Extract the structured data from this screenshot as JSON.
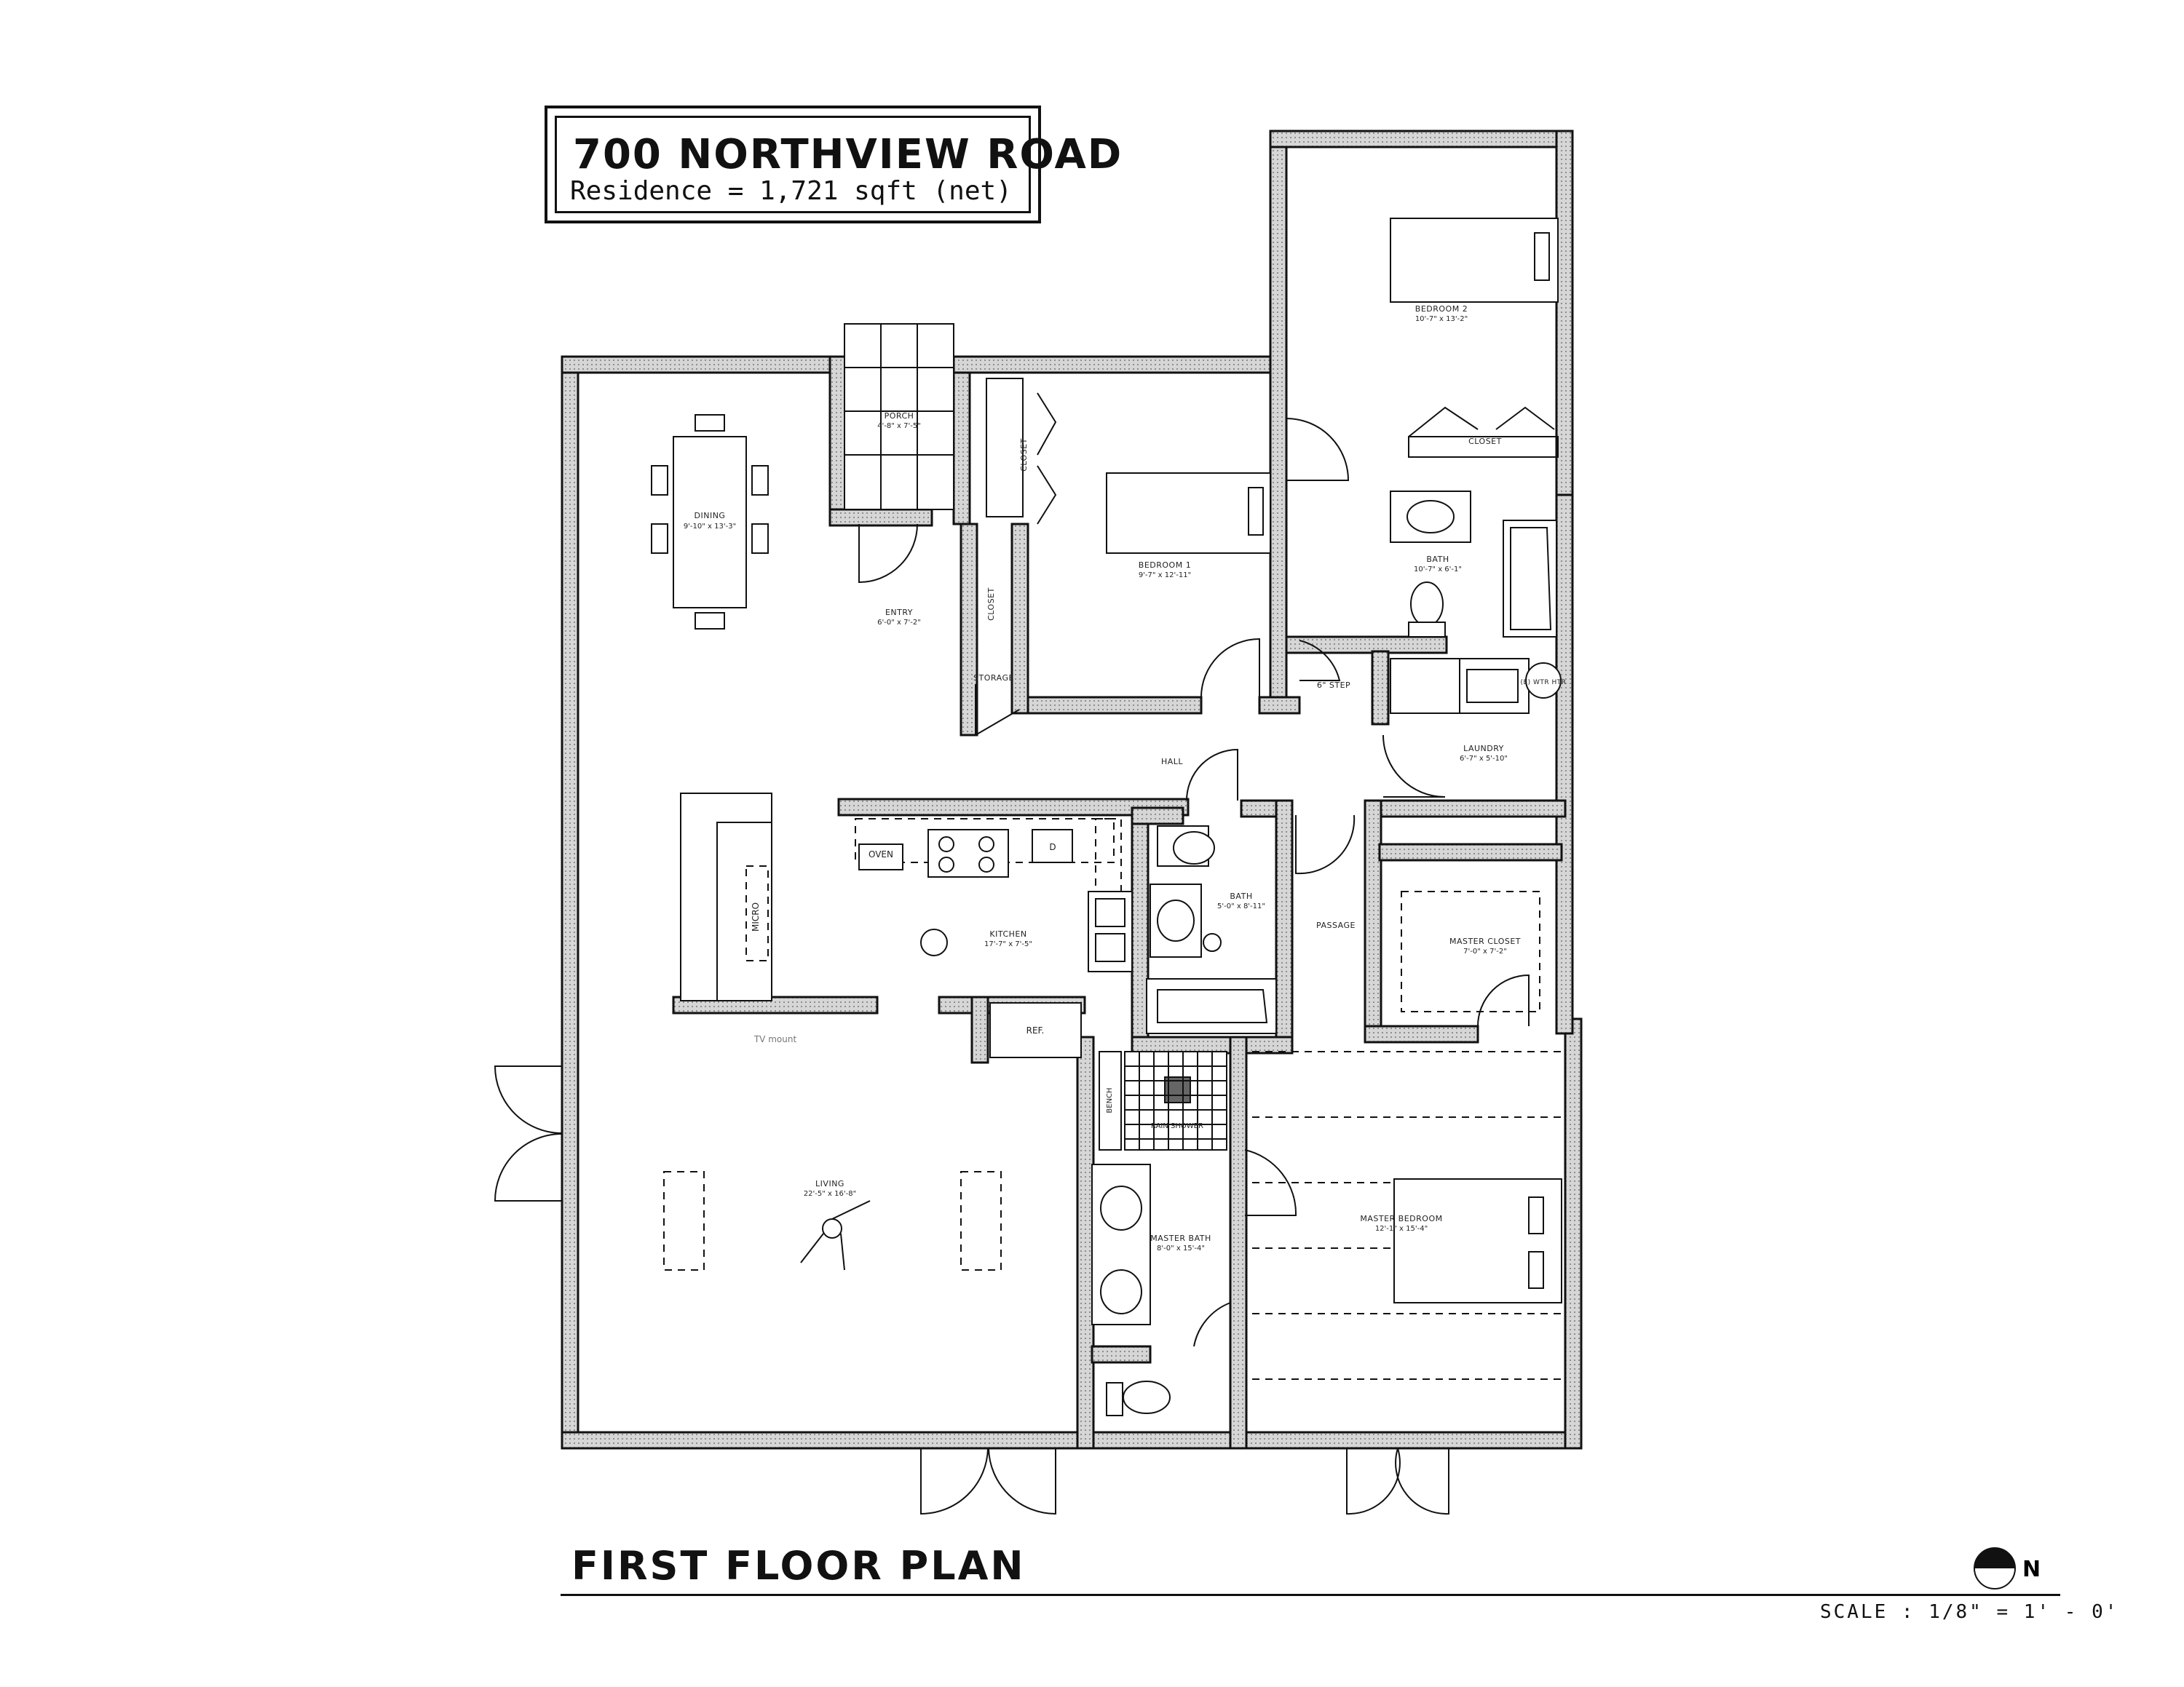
{
  "title": {
    "address": "700 NORTHVIEW ROAD",
    "area": "Residence = 1,721 sqft (net)"
  },
  "plan_title": "FIRST FLOOR PLAN",
  "scale": "SCALE : 1/8\" = 1' - 0'",
  "north_symbol": "N",
  "rooms": {
    "dining": {
      "name": "DINING",
      "dim": "9'-10\" x 13'-3\""
    },
    "porch": {
      "name": "PORCH",
      "dim": "4'-8\" x 7'-5\""
    },
    "entry": {
      "name": "ENTRY",
      "dim": "6'-0\" x 7'-2\""
    },
    "closet_entry": {
      "name": "CLOSET"
    },
    "closet_bed1": {
      "name": "CLOSET"
    },
    "storage": {
      "name": "STORAGE"
    },
    "bedroom1": {
      "name": "BEDROOM 1",
      "dim": "9'-7\" x 12'-11\""
    },
    "bedroom2": {
      "name": "BEDROOM 2",
      "dim": "10'-7\" x 13'-2\""
    },
    "closet_bed2": {
      "name": "CLOSET"
    },
    "bath": {
      "name": "BATH",
      "dim": "10'-7\" x 6'-1\""
    },
    "step": {
      "name": "6\" STEP"
    },
    "wtr": {
      "name": "(E) WTR HTR"
    },
    "laundry": {
      "name": "LAUNDRY",
      "dim": "6'-7\" x 5'-10\""
    },
    "hall": {
      "name": "HALL"
    },
    "kitchen": {
      "name": "KITCHEN",
      "dim": "17'-7\" x 7'-5\""
    },
    "bath2": {
      "name": "BATH",
      "dim": "5'-0\" x 8'-11\""
    },
    "passage": {
      "name": "PASSAGE"
    },
    "master_closet": {
      "name": "MASTER CLOSET",
      "dim": "7'-0\" x 7'-2\""
    },
    "living": {
      "name": "LIVING",
      "dim": "22'-5\" x 16'-8\""
    },
    "master_bath": {
      "name": "MASTER BATH",
      "dim": "8'-0\" x 15'-4\""
    },
    "master_bedroom": {
      "name": "MASTER BEDROOM",
      "dim": "12'-1\" x 15'-4\""
    }
  },
  "fixtures": {
    "oven": "OVEN",
    "dishwasher": "D",
    "micro": "MICRO",
    "ref": "REF.",
    "tv": "TV mount",
    "bench": "BENCH",
    "rain_shower": "RAIN SHOWER"
  }
}
